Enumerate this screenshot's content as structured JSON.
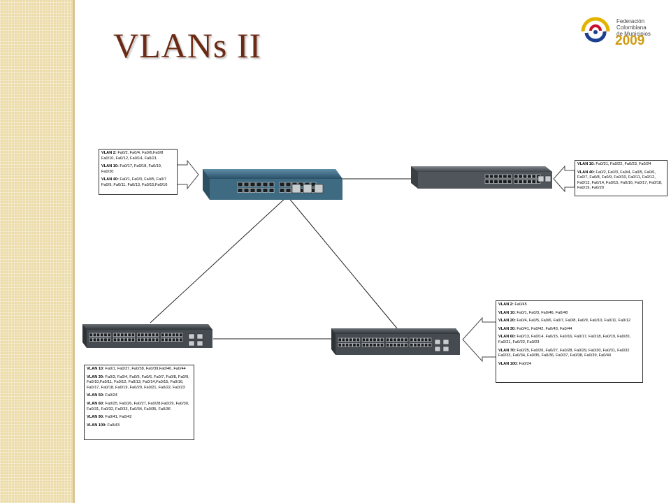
{
  "slide": {
    "title": "VLANs II",
    "accent_color": "#6b2a13",
    "strip_color": "#ecdcaa"
  },
  "logo": {
    "icon": "colombian-federation-swirl-icon",
    "lines": [
      "Federación",
      "Colombiana",
      "de Municipios"
    ],
    "year": "2009"
  },
  "switches": [
    {
      "id": "sw-top-left",
      "ports": 24,
      "color": "#2f5f78"
    },
    {
      "id": "sw-top-right",
      "ports": 24,
      "color": "#4a5056"
    },
    {
      "id": "sw-bottom-left",
      "ports": 48,
      "color": "#3b4046"
    },
    {
      "id": "sw-bottom-right",
      "ports": 48,
      "color": "#3b4046"
    }
  ],
  "vlan_boxes": {
    "top_left": [
      {
        "vlan": "VLAN 2:",
        "ports": " Fa0/2, Fa0/4, Fa0/6,Fa0/8 Fa0/10, Fa0/12, Fa0/14, Fa0/21."
      },
      {
        "vlan": "VLAN 10:",
        "ports": " Fa0/17, Fa0/18, Fa0/19, Fa0/20"
      },
      {
        "vlan": "VLAN 40:",
        "ports": " Fa0/1, Fa0/3, Fa0/5, Fa0/7 Fa0/9, Fa0/11, Fa0/13, Fa0/15,Fa0/16"
      }
    ],
    "top_right": [
      {
        "vlan": "VLAN 10:",
        "ports": " Fa0/21, Fa0/22, Fa0/23, Fa0/24"
      },
      {
        "vlan": "VLAN 40:",
        "ports": " Fa0/2, Fa0/3, Fa0/4, Fa0/5, Fa0/6, Fa0/7, Fa0/8, Fa0/9, Fa0/10, Fa0/11, Fa0/12, Fa0/13, Fa0/14, Fa0/15, Fa0/16, Fa0/17, Fa0/18, Fa0/19, Fa0/20"
      }
    ],
    "bottom_left": [
      {
        "vlan": "VLAN 10:",
        "ports": " Fa0/1, Fa0/37, Fa0/38, Fa0/39,Fa0/40, Fa0/44"
      },
      {
        "vlan": "VLAN 30:",
        "ports": " Fa0/3, Fa0/4, Fa0/5, Fa0/6, Fa0/7, Fa0/8, Fa0/9, Fa0/10,Fa0/11, Fa0/12, Fa0/13, Fa0/14,Fa0/15, Fa0/16, Fa0/17, Fa0/18, Fa0/19, Fa0/20, Fa0/21, Fa0/22, Fa0/23"
      },
      {
        "vlan": "VLAN 50:",
        "ports": " Fa0/24"
      },
      {
        "vlan": "VLAN 60:",
        "ports": " Fa0/25, Fa0/26, Fa0/27, Fa0/28,Fa0/29, Fa0/30, Fa0/31, Fa0/32, Fa0/33, Fa0/34, Fa0/35, Fa0/36"
      },
      {
        "vlan": "VLAN 90:",
        "ports": " Fa0/41, Fa0/42"
      },
      {
        "vlan": "VLAN 100:",
        "ports": " Fa0/43"
      }
    ],
    "bottom_right": [
      {
        "vlan": "VLAN 2:",
        "ports": " Fa0/45"
      },
      {
        "vlan": "VLAN 10:",
        "ports": " Fa0/1, Fa0/3, Fa0/46, Fa0/48"
      },
      {
        "vlan": "VLAN 20:",
        "ports": " Fa0/4, Fa0/5, Fa0/6, Fa0/7, Fa0/8, Fa0/9, Fa0/10, Fa0/11, Fa0/12"
      },
      {
        "vlan": "VLAN 30:",
        "ports": " Fa0/41, Fa0/42, Fa0/43, Fa0/44"
      },
      {
        "vlan": "VLAN 60:",
        "ports": " Fa0/13, Fa0/14, Fa0/15, Fa0/16, Fa0/17, Fa0/18, Fa0/19, Fa0/20, Fa0/21, Fa0/22, Fa0/23"
      },
      {
        "vlan": "VLAN 70:",
        "ports": " Fa0/25, Fa0/26, Fa0/27, Fa0/28, Fa0/29, Fa0/30, Fa0/31, Fa0/32 Fa0/33, Fa0/34, Fa0/35, Fa0/36, Fa0/37, Fa0/38, Fa0/39, Fa0/40"
      },
      {
        "vlan": "VLAN 100:",
        "ports": " Fa0/24"
      }
    ]
  }
}
